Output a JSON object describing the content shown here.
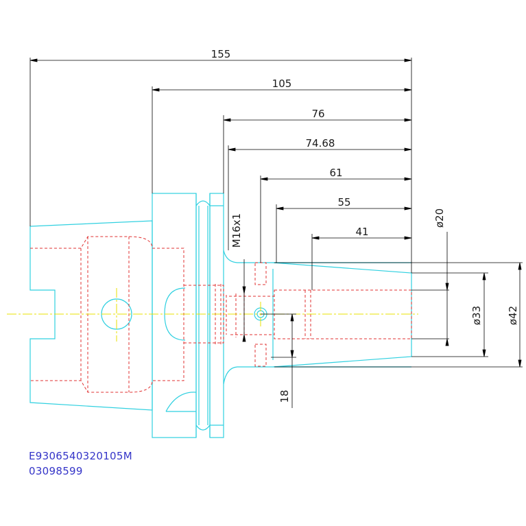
{
  "dimensions": {
    "horizontal": [
      "155",
      "105",
      "76",
      "74.68",
      "61",
      "55",
      "41"
    ],
    "thread": "M16x1",
    "diameters": [
      "ø20",
      "ø33",
      "ø42"
    ],
    "depth": "18"
  },
  "part_code": {
    "line1": "E9306540320105M",
    "line2": "03098599"
  },
  "colors": {
    "outline": "#2fd0e0",
    "hidden": "#e03030",
    "centerline": "#e8e000",
    "dimension": "#000000",
    "code_text": "#3434c8"
  }
}
